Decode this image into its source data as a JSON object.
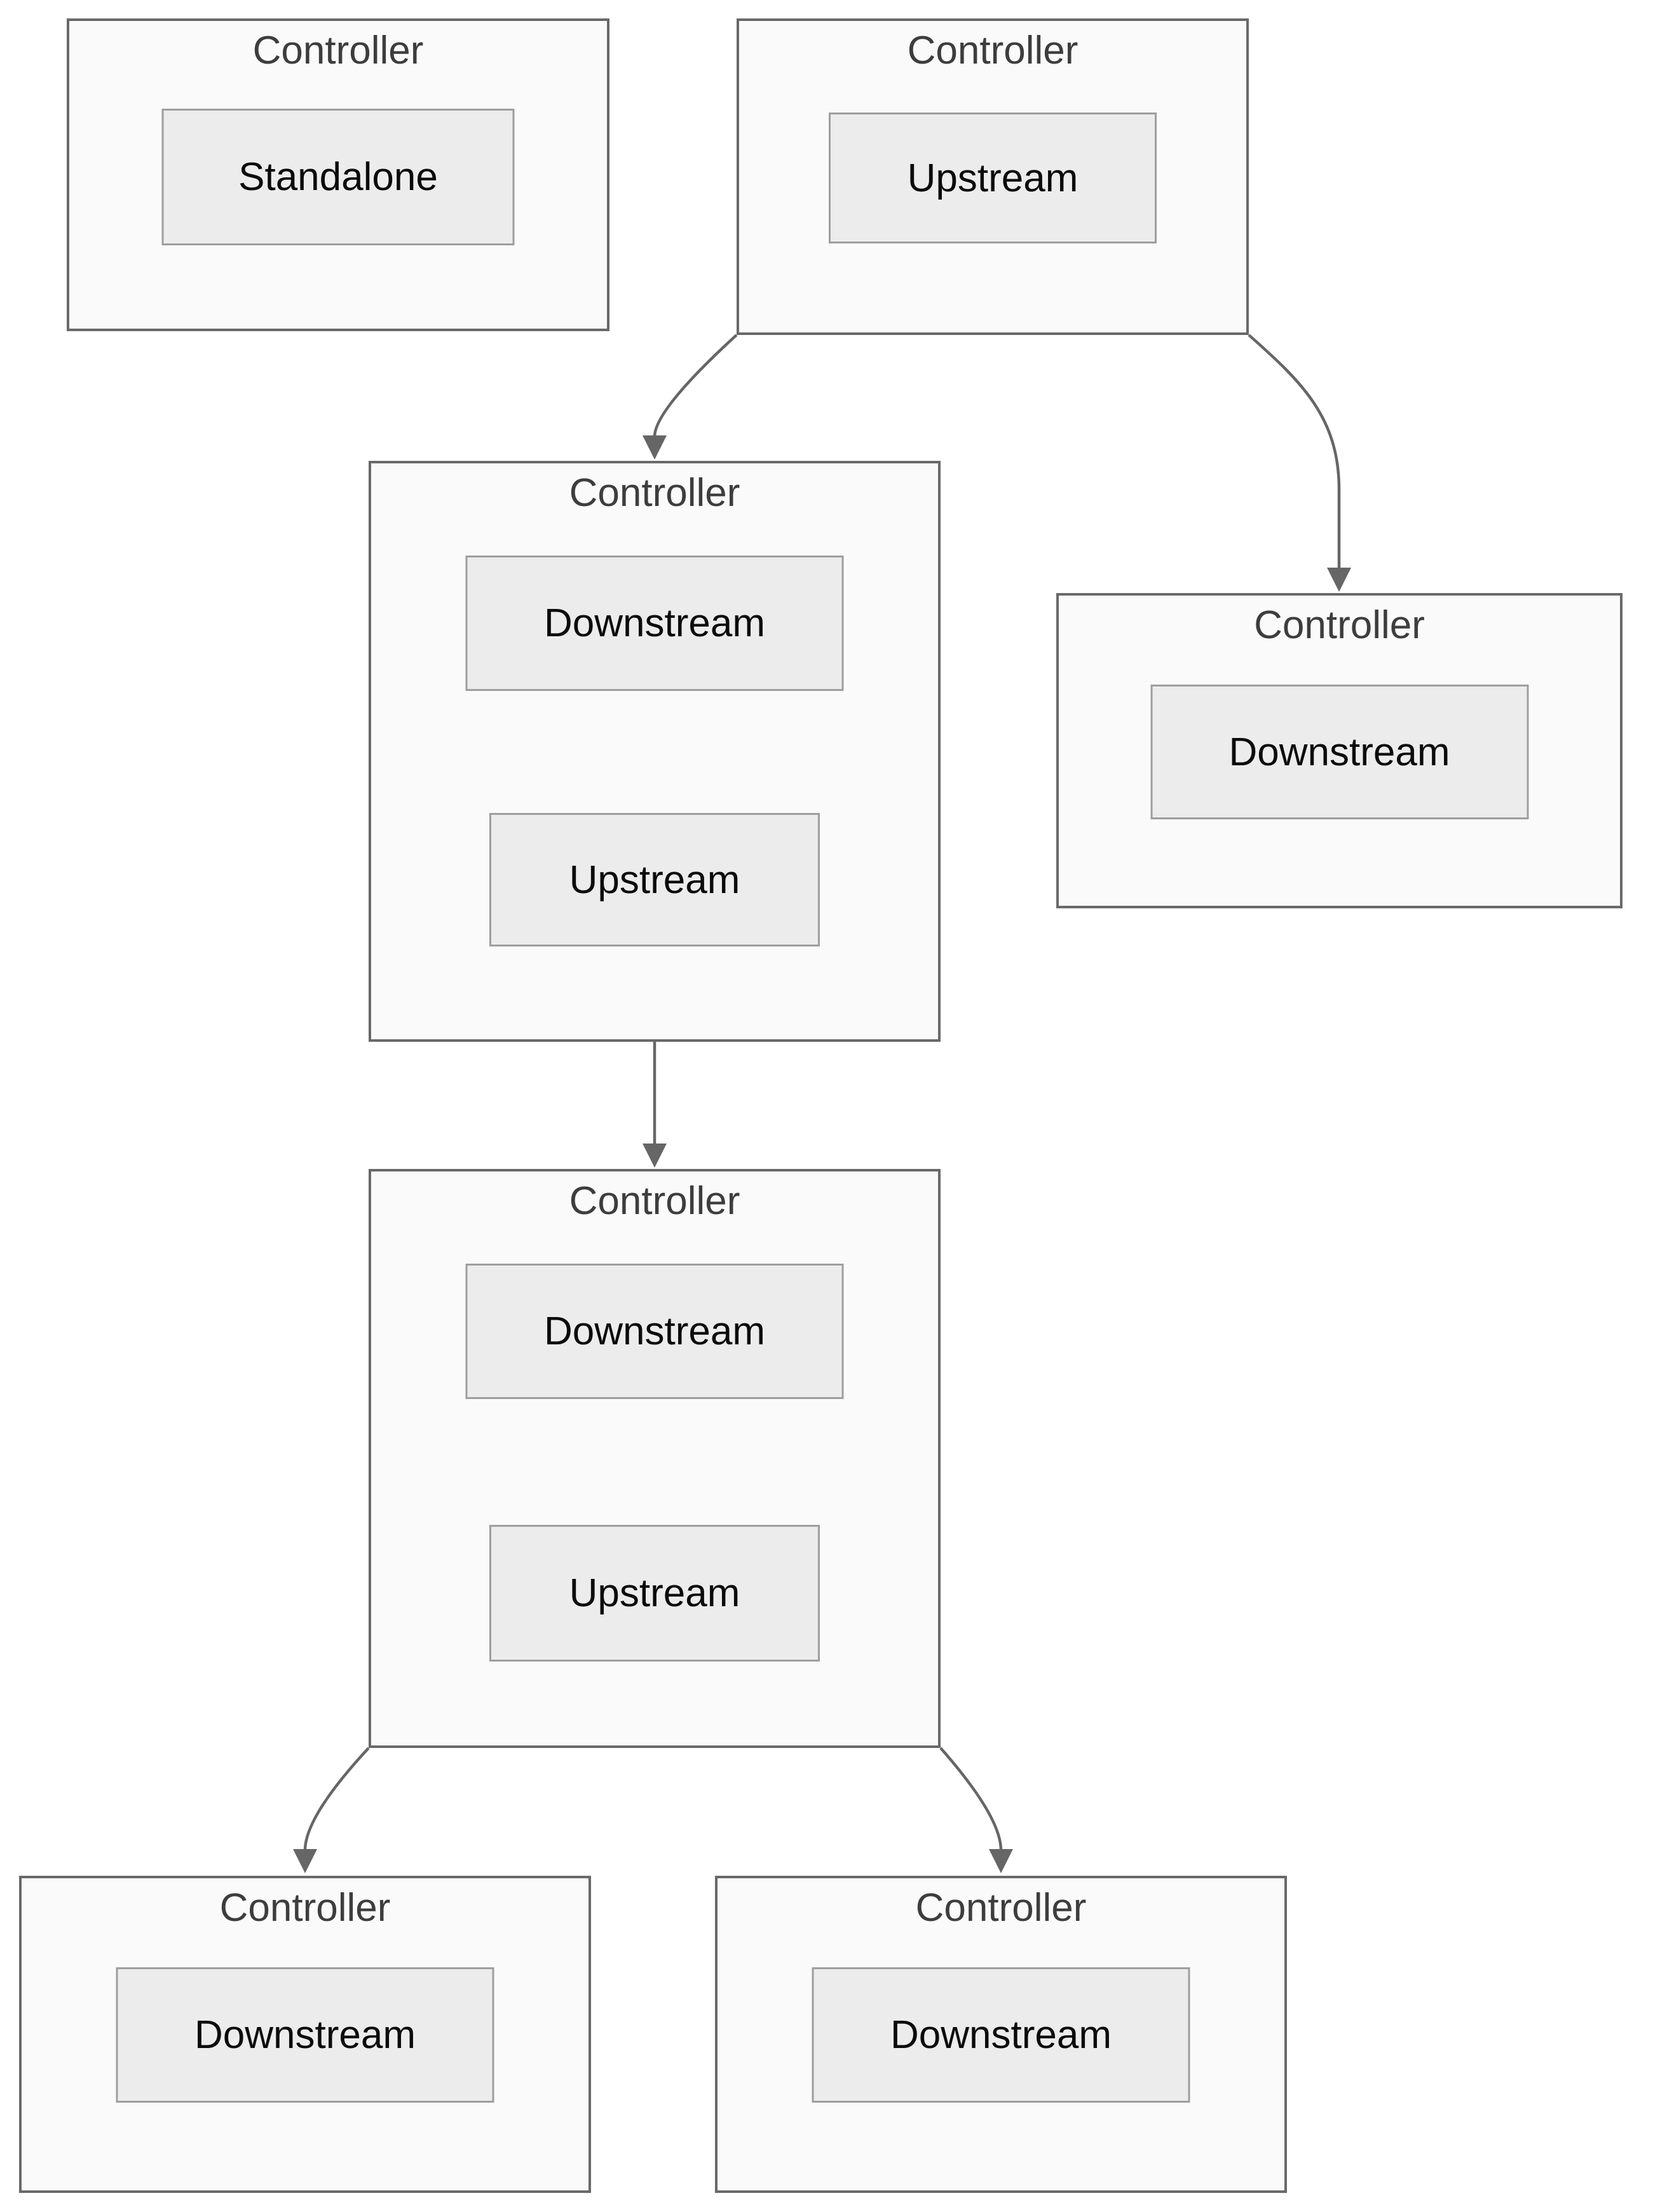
{
  "theme": {
    "page_bg": "#ffffff",
    "node_fill": "#fafafa",
    "node_stroke": "#696969",
    "node_title_color": "#3d3d3d",
    "child_fill": "#ececec",
    "child_stroke": "#9e9e9e",
    "child_text_color": "#0b0b0b",
    "edge_color": "#666666"
  },
  "nodes": [
    {
      "id": "standalone-controller",
      "title": "Controller",
      "children": [
        {
          "label": "Standalone"
        }
      ]
    },
    {
      "id": "root-upstream-controller",
      "title": "Controller",
      "children": [
        {
          "label": "Upstream"
        }
      ]
    },
    {
      "id": "mid-upper-controller",
      "title": "Controller",
      "children": [
        {
          "label": "Downstream"
        },
        {
          "label": "Upstream"
        }
      ]
    },
    {
      "id": "right-leaf-controller",
      "title": "Controller",
      "children": [
        {
          "label": "Downstream"
        }
      ]
    },
    {
      "id": "mid-lower-controller",
      "title": "Controller",
      "children": [
        {
          "label": "Downstream"
        },
        {
          "label": "Upstream"
        }
      ]
    },
    {
      "id": "bottom-left-controller",
      "title": "Controller",
      "children": [
        {
          "label": "Downstream"
        }
      ]
    },
    {
      "id": "bottom-right-controller",
      "title": "Controller",
      "children": [
        {
          "label": "Downstream"
        }
      ]
    }
  ],
  "edges": [
    {
      "name": "root-upstream-to-mid-upper",
      "from": "root-upstream-controller",
      "to": "mid-upper-controller"
    },
    {
      "name": "root-upstream-to-right-leaf",
      "from": "root-upstream-controller",
      "to": "right-leaf-controller"
    },
    {
      "name": "mid-upper-to-mid-lower",
      "from": "mid-upper-controller",
      "to": "mid-lower-controller"
    },
    {
      "name": "mid-lower-to-bottom-left",
      "from": "mid-lower-controller",
      "to": "bottom-left-controller"
    },
    {
      "name": "mid-lower-to-bottom-right",
      "from": "mid-lower-controller",
      "to": "bottom-right-controller"
    }
  ]
}
